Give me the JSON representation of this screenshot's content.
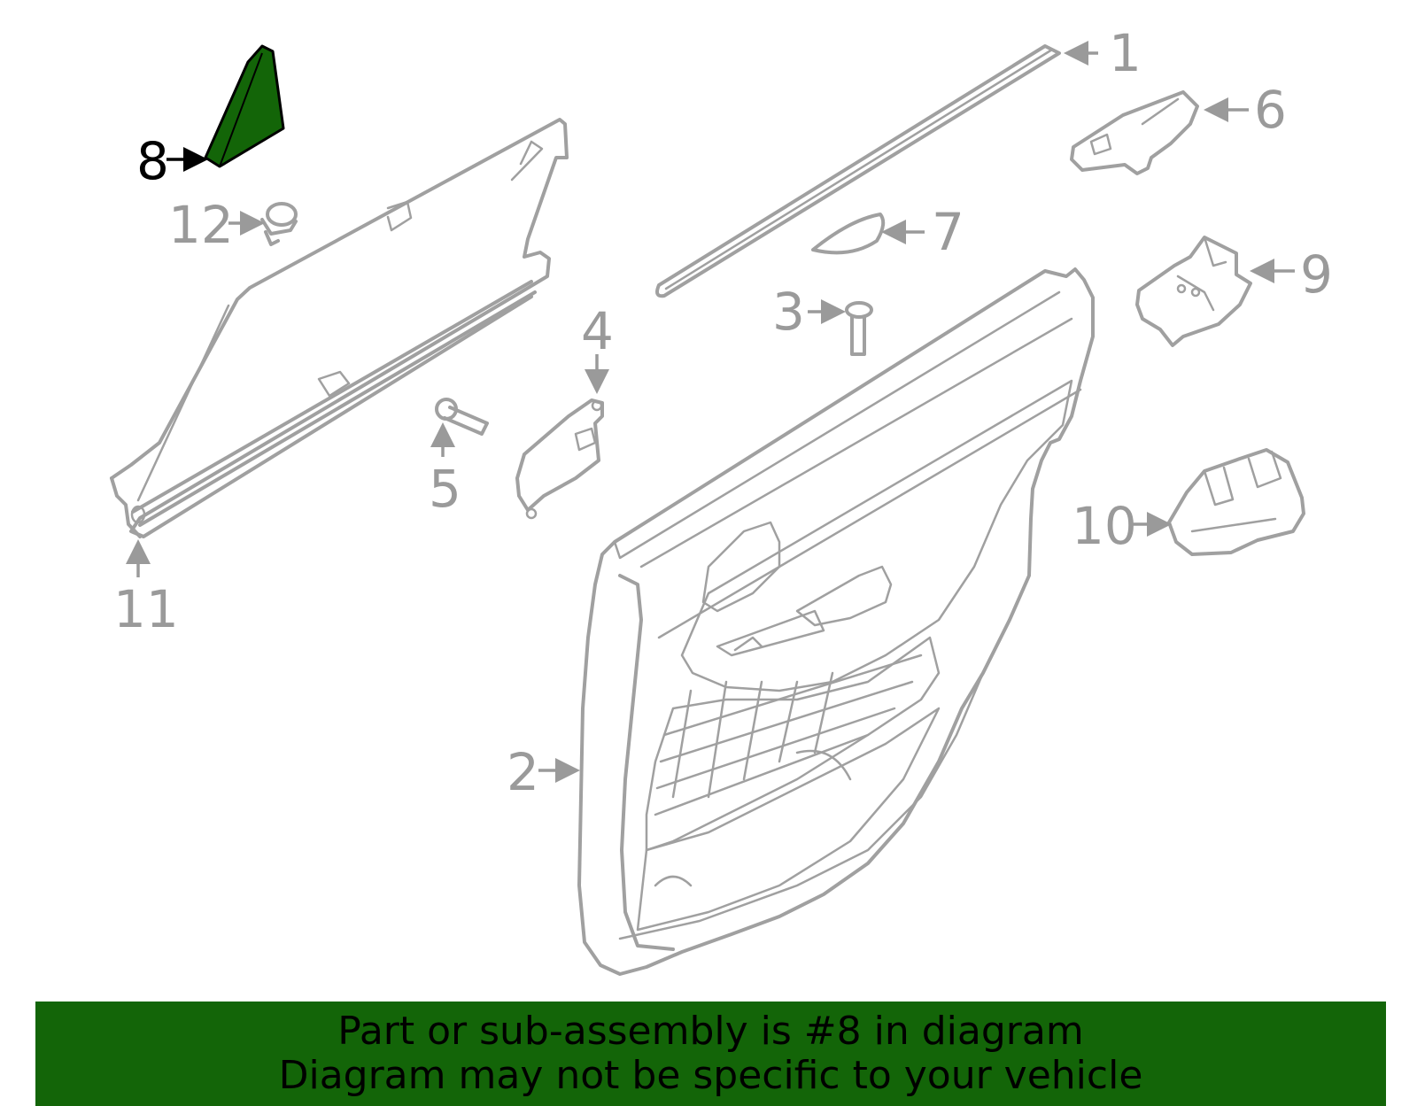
{
  "diagram": {
    "highlight_color": "#136508",
    "callouts": [
      {
        "id": "1",
        "label": "1"
      },
      {
        "id": "2",
        "label": "2"
      },
      {
        "id": "3",
        "label": "3"
      },
      {
        "id": "4",
        "label": "4"
      },
      {
        "id": "5",
        "label": "5"
      },
      {
        "id": "6",
        "label": "6"
      },
      {
        "id": "7",
        "label": "7"
      },
      {
        "id": "8",
        "label": "8",
        "highlighted": true
      },
      {
        "id": "9",
        "label": "9"
      },
      {
        "id": "10",
        "label": "10"
      },
      {
        "id": "11",
        "label": "11"
      },
      {
        "id": "12",
        "label": "12"
      }
    ]
  },
  "banner": {
    "line1": "Part or sub-assembly is #8 in diagram",
    "line2": "Diagram may not be specific to your vehicle",
    "background": "#136508"
  }
}
